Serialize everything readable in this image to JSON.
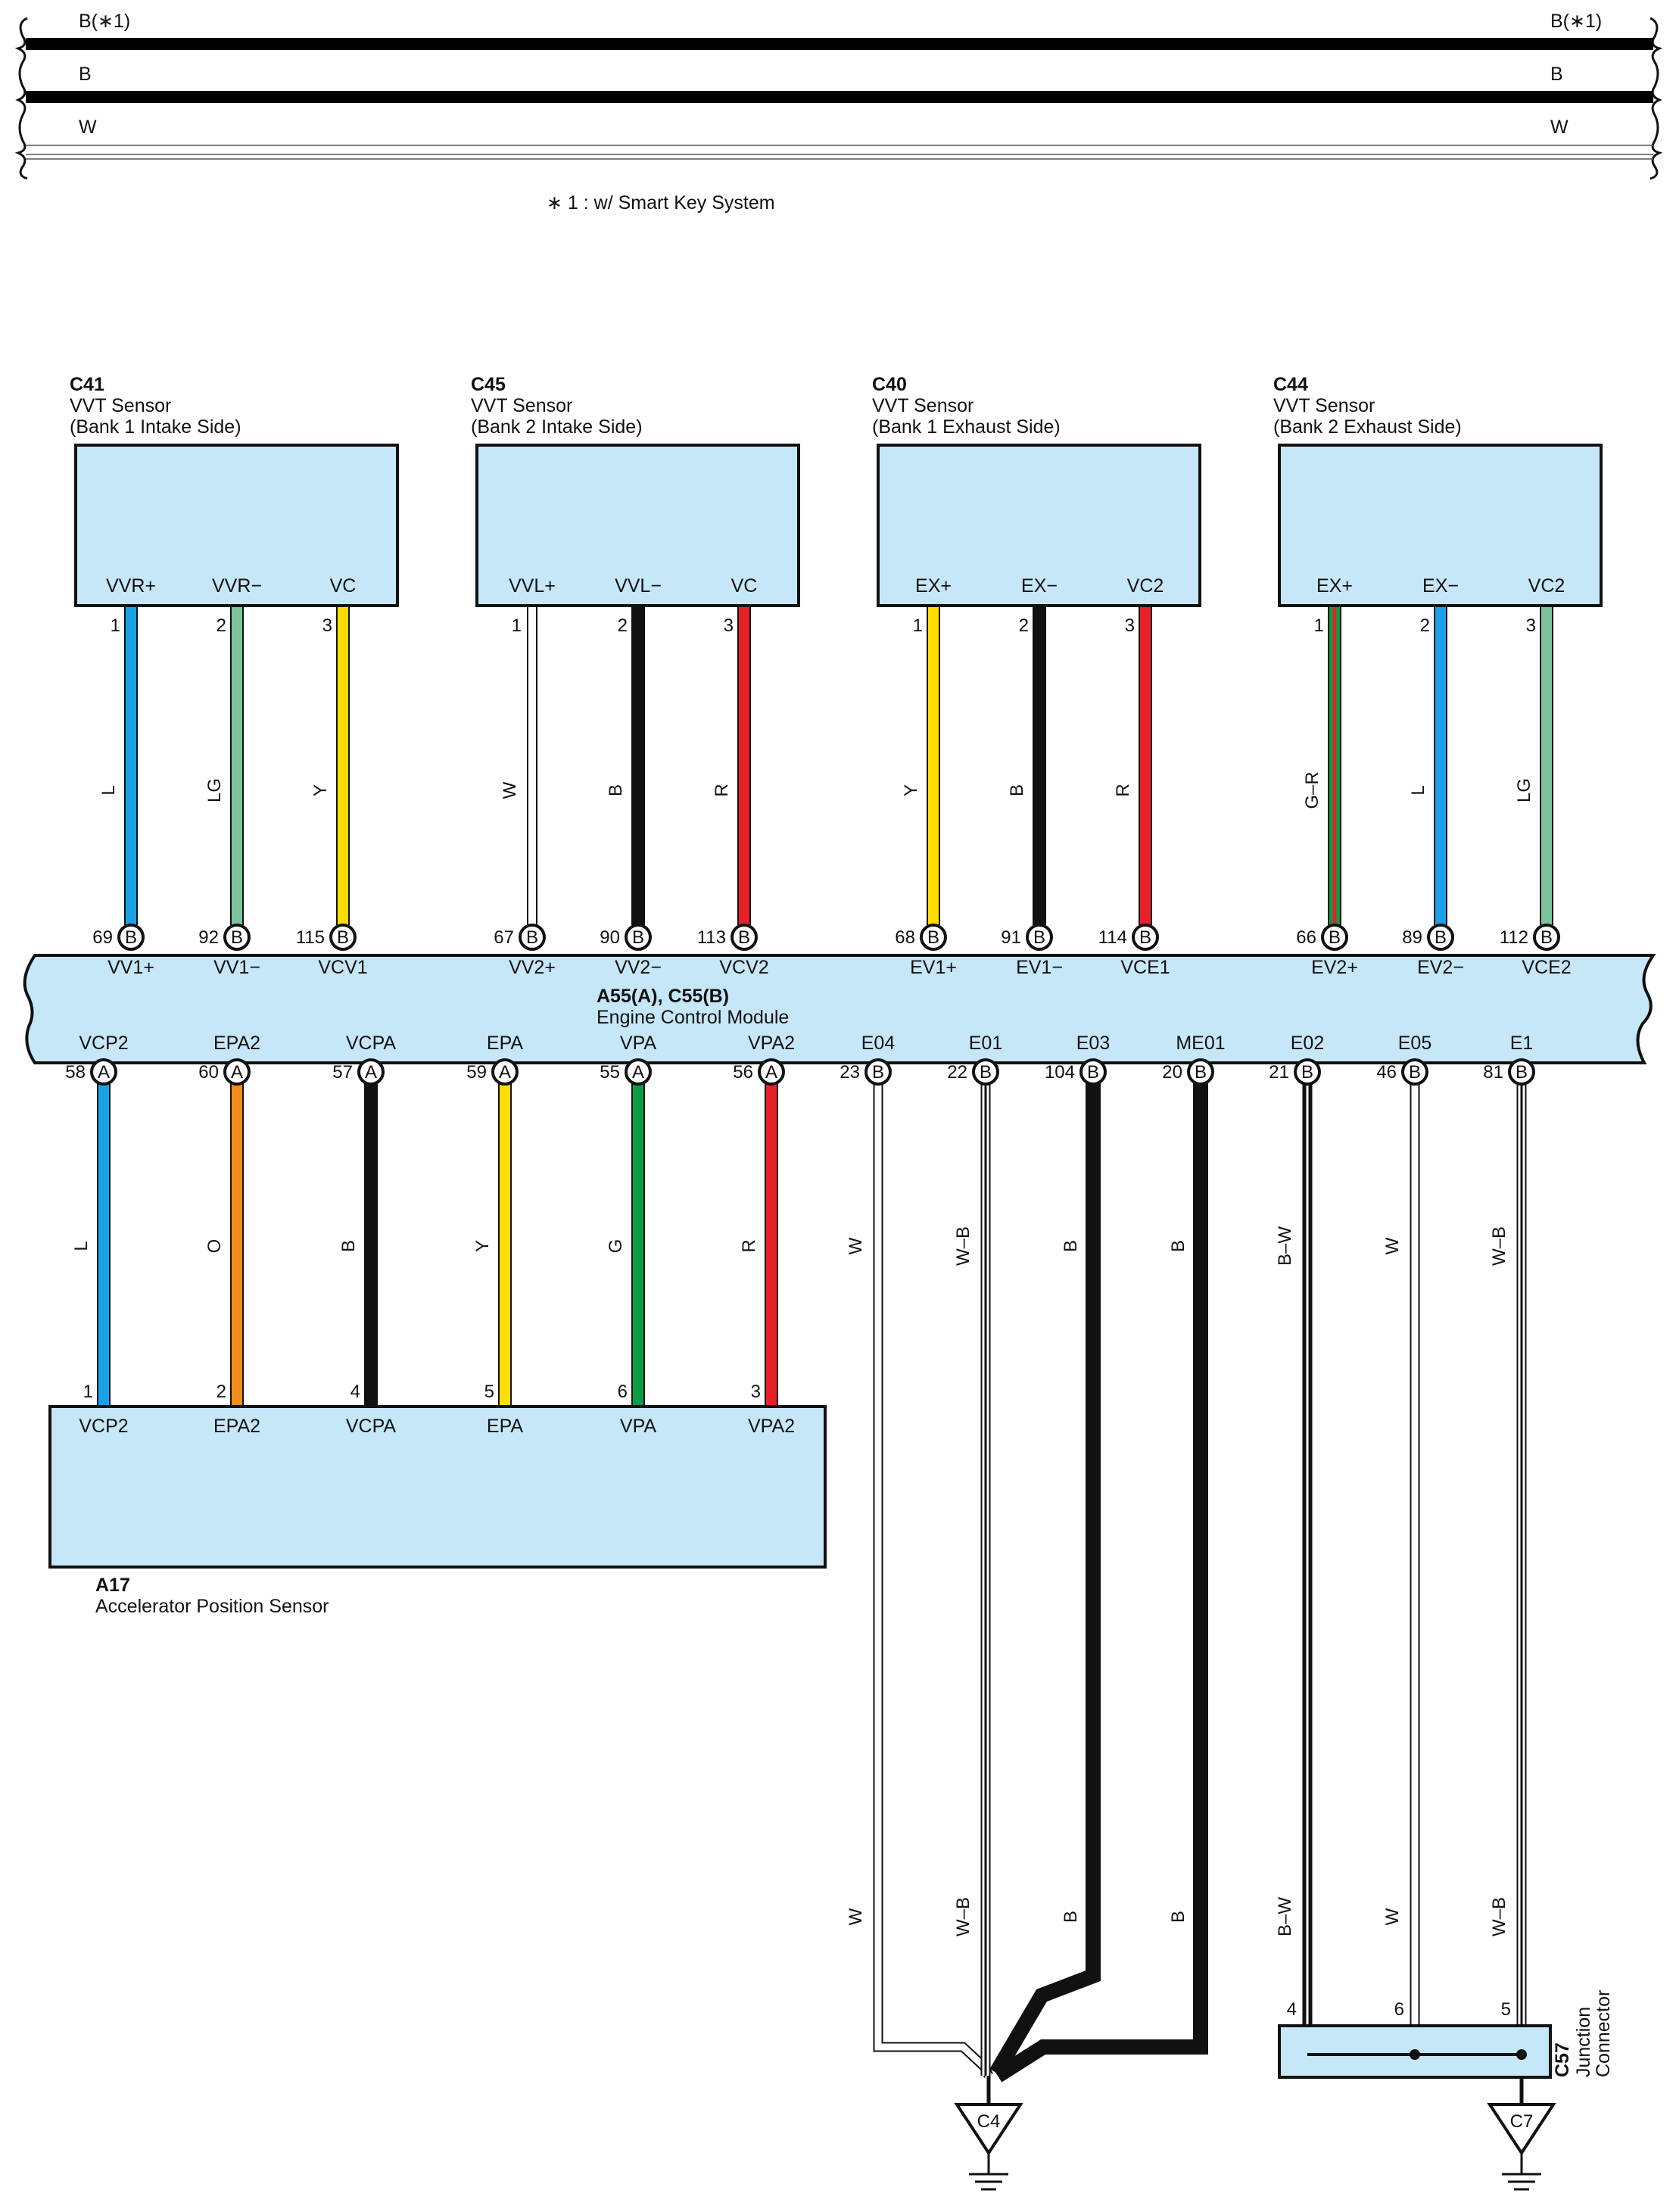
{
  "bus": {
    "lines": [
      {
        "left": "B(∗1)",
        "right": "B(∗1)",
        "color": "#000000",
        "thick": true
      },
      {
        "left": "B",
        "right": "B",
        "color": "#000000",
        "thick": true
      },
      {
        "left": "W",
        "right": "W",
        "color": "#ffffff",
        "thick": false
      }
    ],
    "note": "∗ 1 : w/ Smart Key System"
  },
  "sensors": [
    {
      "id": "C41",
      "name": "VVT Sensor",
      "desc": "(Bank 1 Intake Side)",
      "pins": [
        {
          "label": "VVR+",
          "num": "1",
          "wire": "L",
          "color": "#19a3e6",
          "ecm_num": "69",
          "ecm_conn": "B",
          "ecm_label": "VV1+"
        },
        {
          "label": "VVR−",
          "num": "2",
          "wire": "LG",
          "color": "#7dc49c",
          "ecm_num": "92",
          "ecm_conn": "B",
          "ecm_label": "VV1−"
        },
        {
          "label": "VC",
          "num": "3",
          "wire": "Y",
          "color": "#ffdd00",
          "ecm_num": "115",
          "ecm_conn": "B",
          "ecm_label": "VCV1"
        }
      ]
    },
    {
      "id": "C45",
      "name": "VVT Sensor",
      "desc": "(Bank 2 Intake Side)",
      "pins": [
        {
          "label": "VVL+",
          "num": "1",
          "wire": "W",
          "color": "#ffffff",
          "ecm_num": "67",
          "ecm_conn": "B",
          "ecm_label": "VV2+"
        },
        {
          "label": "VVL−",
          "num": "2",
          "wire": "B",
          "color": "#111111",
          "ecm_num": "90",
          "ecm_conn": "B",
          "ecm_label": "VV2−"
        },
        {
          "label": "VC",
          "num": "3",
          "wire": "R",
          "color": "#e8202a",
          "ecm_num": "113",
          "ecm_conn": "B",
          "ecm_label": "VCV2"
        }
      ]
    },
    {
      "id": "C40",
      "name": "VVT Sensor",
      "desc": "(Bank 1 Exhaust Side)",
      "pins": [
        {
          "label": "EX+",
          "num": "1",
          "wire": "Y",
          "color": "#ffdd00",
          "ecm_num": "68",
          "ecm_conn": "B",
          "ecm_label": "EV1+"
        },
        {
          "label": "EX−",
          "num": "2",
          "wire": "B",
          "color": "#111111",
          "ecm_num": "91",
          "ecm_conn": "B",
          "ecm_label": "EV1−"
        },
        {
          "label": "VC2",
          "num": "3",
          "wire": "R",
          "color": "#e8202a",
          "ecm_num": "114",
          "ecm_conn": "B",
          "ecm_label": "VCE1"
        }
      ]
    },
    {
      "id": "C44",
      "name": "VVT Sensor",
      "desc": "(Bank 2 Exhaust Side)",
      "pins": [
        {
          "label": "EX+",
          "num": "1",
          "wire": "G–R",
          "color": "#0a9d45",
          "stripe": "#e8202a",
          "ecm_num": "66",
          "ecm_conn": "B",
          "ecm_label": "EV2+"
        },
        {
          "label": "EX−",
          "num": "2",
          "wire": "L",
          "color": "#19a3e6",
          "ecm_num": "89",
          "ecm_conn": "B",
          "ecm_label": "EV2−"
        },
        {
          "label": "VC2",
          "num": "3",
          "wire": "LG",
          "color": "#7dc49c",
          "ecm_num": "112",
          "ecm_conn": "B",
          "ecm_label": "VCE2"
        }
      ]
    }
  ],
  "ecm": {
    "id": "A55(A), C55(B)",
    "name": "Engine Control Module"
  },
  "aps": {
    "id": "A17",
    "name": "Accelerator Position Sensor",
    "pins": [
      {
        "ecm_label": "VCP2",
        "ecm_num": "58",
        "ecm_conn": "A",
        "wire": "L",
        "color": "#19a3e6",
        "num": "1",
        "label": "VCP2"
      },
      {
        "ecm_label": "EPA2",
        "ecm_num": "60",
        "ecm_conn": "A",
        "wire": "O",
        "color": "#f28c1c",
        "num": "2",
        "label": "EPA2"
      },
      {
        "ecm_label": "VCPA",
        "ecm_num": "57",
        "ecm_conn": "A",
        "wire": "B",
        "color": "#111111",
        "num": "4",
        "label": "VCPA"
      },
      {
        "ecm_label": "EPA",
        "ecm_num": "59",
        "ecm_conn": "A",
        "wire": "Y",
        "color": "#ffdd00",
        "num": "5",
        "label": "EPA"
      },
      {
        "ecm_label": "VPA",
        "ecm_num": "55",
        "ecm_conn": "A",
        "wire": "G",
        "color": "#0a9d45",
        "num": "6",
        "label": "VPA"
      },
      {
        "ecm_label": "VPA2",
        "ecm_num": "56",
        "ecm_conn": "A",
        "wire": "R",
        "color": "#e8202a",
        "num": "3",
        "label": "VPA2"
      }
    ]
  },
  "grounds": [
    {
      "ecm_label": "E04",
      "ecm_num": "23",
      "ecm_conn": "B",
      "wire": "W",
      "color": "#ffffff"
    },
    {
      "ecm_label": "E01",
      "ecm_num": "22",
      "ecm_conn": "B",
      "wire": "W–B",
      "color": "#ffffff",
      "stripe": "#111111"
    },
    {
      "ecm_label": "E03",
      "ecm_num": "104",
      "ecm_conn": "B",
      "wire": "B",
      "color": "#111111"
    },
    {
      "ecm_label": "ME01",
      "ecm_num": "20",
      "ecm_conn": "B",
      "wire": "B",
      "color": "#111111"
    },
    {
      "ecm_label": "E02",
      "ecm_num": "21",
      "ecm_conn": "B",
      "wire": "B–W",
      "color": "#111111",
      "stripe": "#ffffff",
      "jc_num": "4"
    },
    {
      "ecm_label": "E05",
      "ecm_num": "46",
      "ecm_conn": "B",
      "wire": "W",
      "color": "#ffffff",
      "jc_num": "6"
    },
    {
      "ecm_label": "E1",
      "ecm_num": "81",
      "ecm_conn": "B",
      "wire": "W–B",
      "color": "#ffffff",
      "stripe": "#111111",
      "jc_num": "5"
    }
  ],
  "junction": {
    "id": "C57",
    "line1": "Junction",
    "line2": "Connector"
  },
  "ground_points": [
    "C4",
    "C7"
  ],
  "colors": {
    "box_fill": "#c6e7f8",
    "outline": "#111111"
  }
}
